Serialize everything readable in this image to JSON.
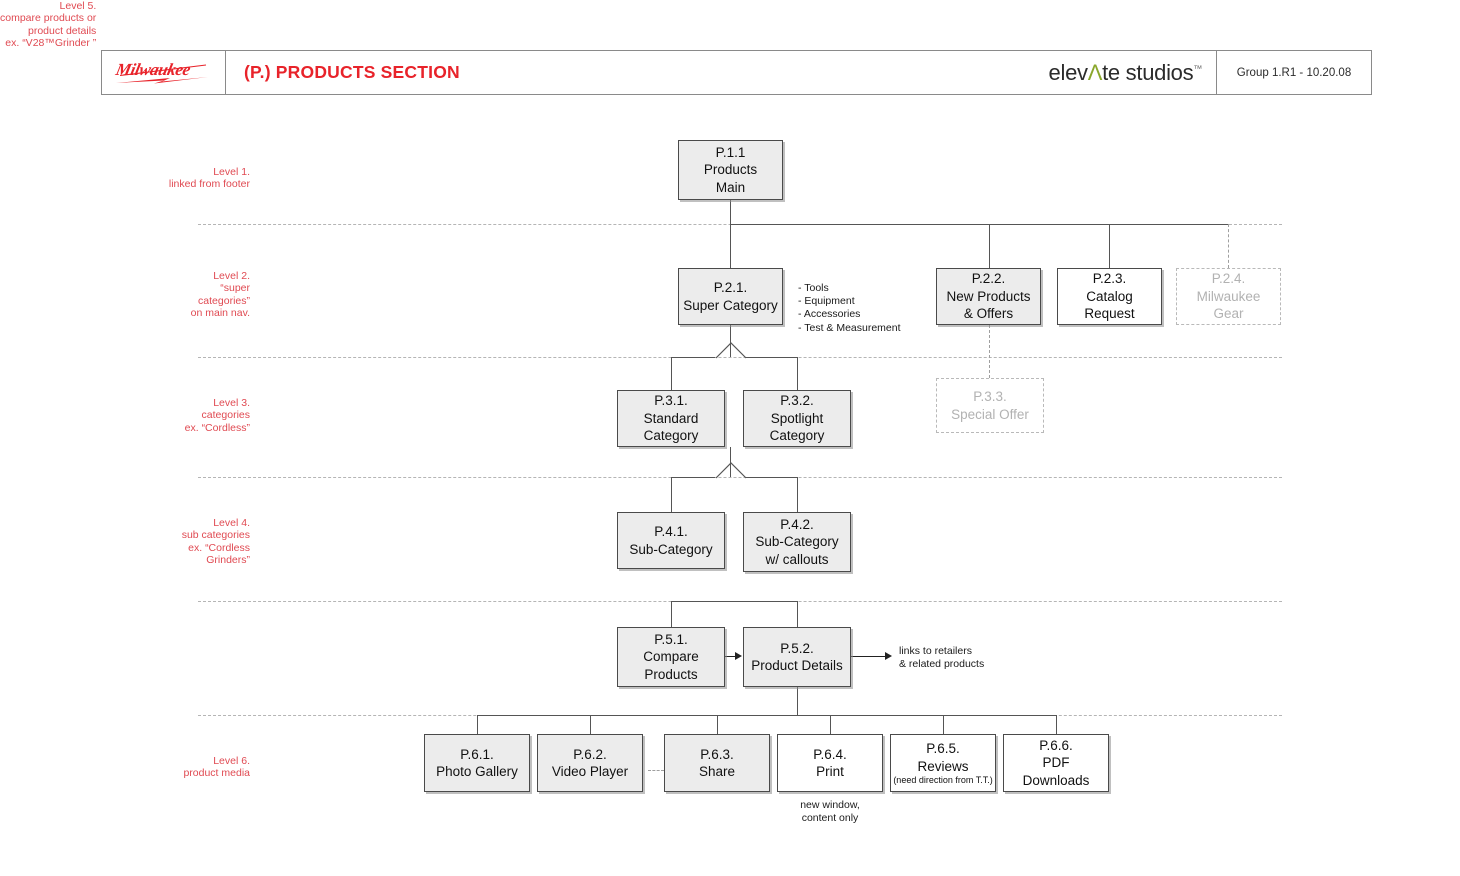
{
  "header": {
    "logo_name": "Milwaukee",
    "logo_text": "Milwaukee",
    "title": "(P.) PRODUCTS SECTION",
    "studio_pre": "elev",
    "studio_caret": "Λ",
    "studio_post": "te studios",
    "studio_tm": "™",
    "group": "Group 1.R1 - 10.20.08",
    "accent_red": "#e8232a",
    "accent_green": "#8aa72b"
  },
  "levels": [
    {
      "id": "level-1",
      "text": "Level 1.\nlinked from footer"
    },
    {
      "id": "level-2",
      "text": "Level 2.\n“super\ncategories”\non main nav."
    },
    {
      "id": "level-3",
      "text": "Level 3.\ncategories\nex. “Cordless”"
    },
    {
      "id": "level-4",
      "text": "Level 4.\nsub categories\nex. “Cordless\nGrinders”"
    },
    {
      "id": "level-5",
      "text": "Level 5.\ncompare products or\nproduct details\nex. “V28™Grinder ”"
    },
    {
      "id": "level-6",
      "text": "Level 6.\nproduct media"
    }
  ],
  "nodes": {
    "p111": {
      "code": "P.1.1",
      "line1": "Products",
      "line2": "Main"
    },
    "p21": {
      "code": "P.2.1.",
      "line1": "Super Category"
    },
    "p22": {
      "code": "P.2.2.",
      "line1": "New Products",
      "line2": "& Offers"
    },
    "p23": {
      "code": "P.2.3.",
      "line1": "Catalog",
      "line2": "Request"
    },
    "p24": {
      "code": "P.2.4.",
      "line1": "Milwaukee",
      "line2": "Gear"
    },
    "p31": {
      "code": "P.3.1.",
      "line1": "Standard",
      "line2": "Category"
    },
    "p32": {
      "code": "P.3.2.",
      "line1": "Spotlight",
      "line2": "Category"
    },
    "p33": {
      "code": "P.3.3.",
      "line1": "Special Offer"
    },
    "p41": {
      "code": "P.4.1.",
      "line1": "Sub-Category"
    },
    "p42": {
      "code": "P.4.2.",
      "line1": "Sub-Category",
      "line2": "w/ callouts"
    },
    "p51": {
      "code": "P.5.1.",
      "line1": "Compare",
      "line2": "Products"
    },
    "p52": {
      "code": "P.5.2.",
      "line1": "Product Details"
    },
    "p61": {
      "code": "P.6.1.",
      "line1": "Photo Gallery"
    },
    "p62": {
      "code": "P.6.2.",
      "line1": "Video Player"
    },
    "p63": {
      "code": "P.6.3.",
      "line1": "Share"
    },
    "p64": {
      "code": "P.6.4.",
      "line1": "Print"
    },
    "p65": {
      "code": "P.6.5.",
      "line1": "Reviews",
      "note": "(need direction from T.T.)"
    },
    "p66": {
      "code": "P.6.6.",
      "line1": "PDF",
      "line2": "Downloads"
    }
  },
  "annotations": {
    "super_category_list": "- Tools\n- Equipment\n- Accessories\n- Test & Measurement",
    "retailers": "links to retailers\n& related products",
    "print_note": "new window,\ncontent only"
  }
}
